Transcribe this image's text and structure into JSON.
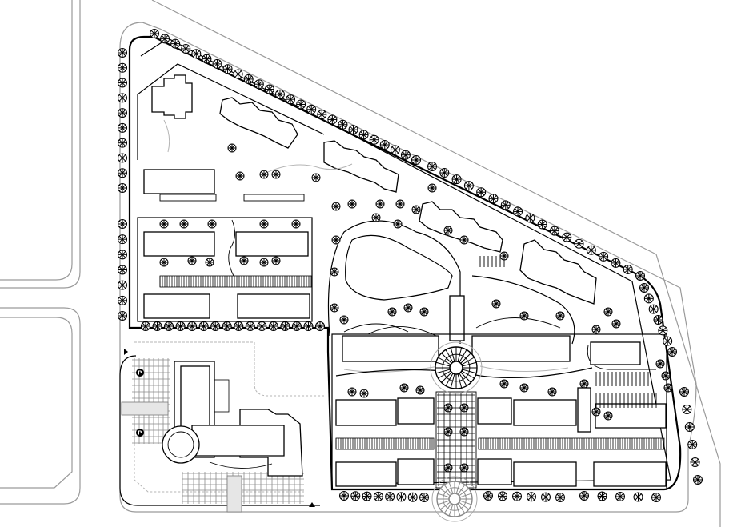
{
  "drawing": {
    "type": "site-plan",
    "title": "",
    "background_color": "#ffffff",
    "line_color": "#000000",
    "road_edge_color": "#9a9a9a",
    "landscape_color": "#b5b5b5"
  },
  "parking_markers": [
    {
      "label": "P",
      "name": "parking-marker-north"
    },
    {
      "label": "P",
      "name": "parking-marker-south"
    }
  ],
  "zones": [
    {
      "name": "northwest-residential-block",
      "building_count": 3
    },
    {
      "name": "north-diagonal-residential-row",
      "building_count": 4
    },
    {
      "name": "west-residential-rows",
      "building_count": 4
    },
    {
      "name": "central-lake-park"
    },
    {
      "name": "clubhouse-complex"
    },
    {
      "name": "south-residential-block",
      "building_count": 10
    },
    {
      "name": "east-residential-building",
      "building_count": 1
    },
    {
      "name": "central-circular-plaza"
    },
    {
      "name": "south-circular-plaza"
    },
    {
      "name": "central-paved-promenade"
    }
  ]
}
